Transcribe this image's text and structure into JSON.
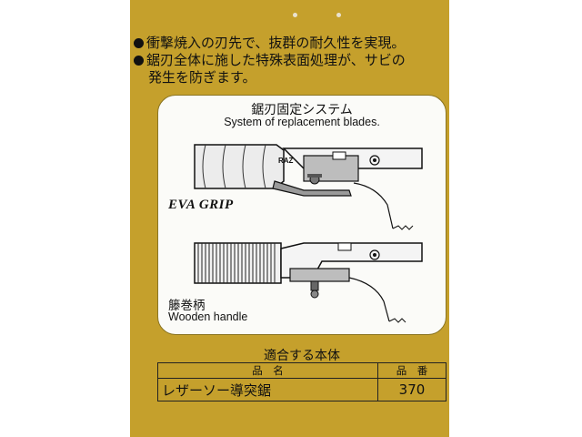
{
  "features": [
    "衝撃焼入の刃先で、抜群の耐久性を実現。",
    "鋸刃全体に施した特殊表面処理が、サビの",
    "発生を防ぎます。"
  ],
  "diagram": {
    "title": "鋸刃固定システム",
    "subtitle": "System of replacement blades.",
    "blade_text": "RAZ",
    "grip1_label": "EVA GRIP",
    "grip2_label_jp": "籐巻柄",
    "grip2_label_en": "Wooden handle"
  },
  "compatible": {
    "title": "適合する本体",
    "columns": [
      "品　名",
      "品　番"
    ],
    "rows": [
      {
        "name": "レザーソー導突鋸",
        "number": "370"
      }
    ]
  },
  "colors": {
    "card": "#c5a02c",
    "panel": "#fbfbf8"
  }
}
